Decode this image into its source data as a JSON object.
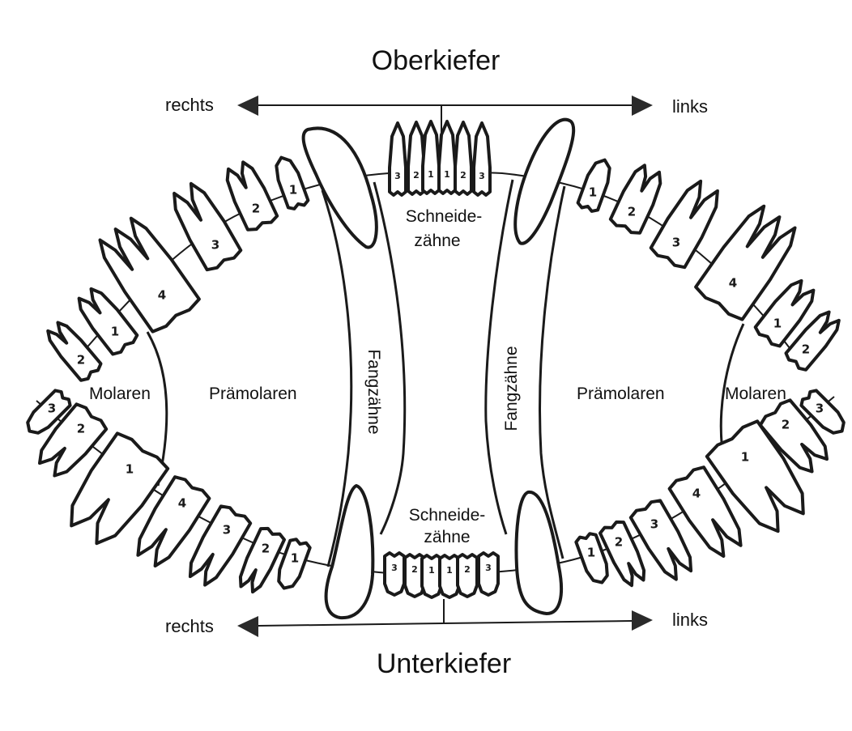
{
  "upper_jaw": {
    "title": "Oberkiefer",
    "direction_left": "rechts",
    "direction_right": "links",
    "incisors_label_line1": "Schneide-",
    "incisors_label_line2": "zähne",
    "incisor_numbers": [
      "3",
      "2",
      "1",
      "1",
      "2",
      "3"
    ],
    "right_side": {
      "premolar_numbers": [
        "1",
        "2",
        "3",
        "4"
      ],
      "molar_numbers": [
        "1",
        "2"
      ]
    },
    "left_side": {
      "premolar_numbers": [
        "1",
        "2",
        "3",
        "4"
      ],
      "molar_numbers": [
        "1",
        "2"
      ]
    }
  },
  "lower_jaw": {
    "title": "Unterkiefer",
    "direction_left": "rechts",
    "direction_right": "links",
    "incisors_label_line1": "Schneide-",
    "incisors_label_line2": "zähne",
    "incisor_numbers": [
      "3",
      "2",
      "1",
      "1",
      "2",
      "3"
    ],
    "right_side": {
      "premolar_numbers": [
        "1",
        "2",
        "3",
        "4"
      ],
      "molar_numbers": [
        "1",
        "2",
        "3"
      ]
    },
    "left_side": {
      "premolar_numbers": [
        "1",
        "2",
        "3",
        "4"
      ],
      "molar_numbers": [
        "1",
        "2",
        "3"
      ]
    }
  },
  "group_labels": {
    "molars_left": "Molaren",
    "premolars_left": "Prämolaren",
    "canines_left": "Fangzähne",
    "canines_right": "Fangzähne",
    "premolars_right": "Prämolaren",
    "molars_right": "Molaren"
  }
}
